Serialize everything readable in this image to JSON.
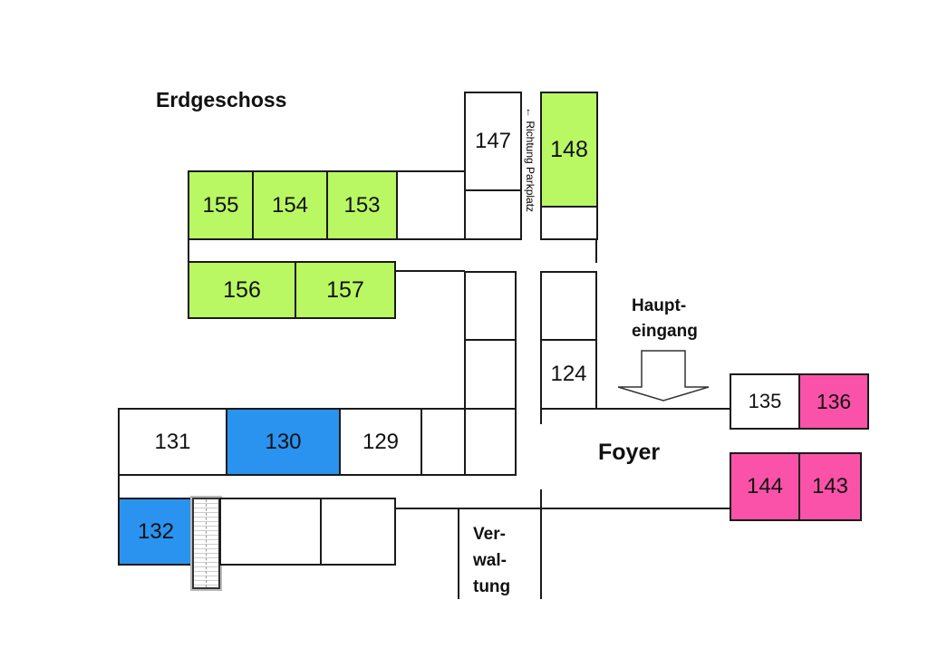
{
  "title": "Erdgeschoss",
  "labels": {
    "haupteingang": [
      "Haupt-",
      "eingang"
    ],
    "foyer": "Foyer",
    "verwaltung": [
      "Ver-",
      "wal-",
      "tung"
    ],
    "parkplatz": "← Richtung Parkplatz"
  },
  "rooms": {
    "r155": "155",
    "r154": "154",
    "r153": "153",
    "r147": "147",
    "r148": "148",
    "r156": "156",
    "r157": "157",
    "r124": "124",
    "r131": "131",
    "r130": "130",
    "r129": "129",
    "r132": "132",
    "r135": "135",
    "r136": "136",
    "r144": "144",
    "r143": "143"
  },
  "colors": {
    "green": "#b9f763",
    "blue": "#2a93ef",
    "pink": "#fb52a9"
  }
}
